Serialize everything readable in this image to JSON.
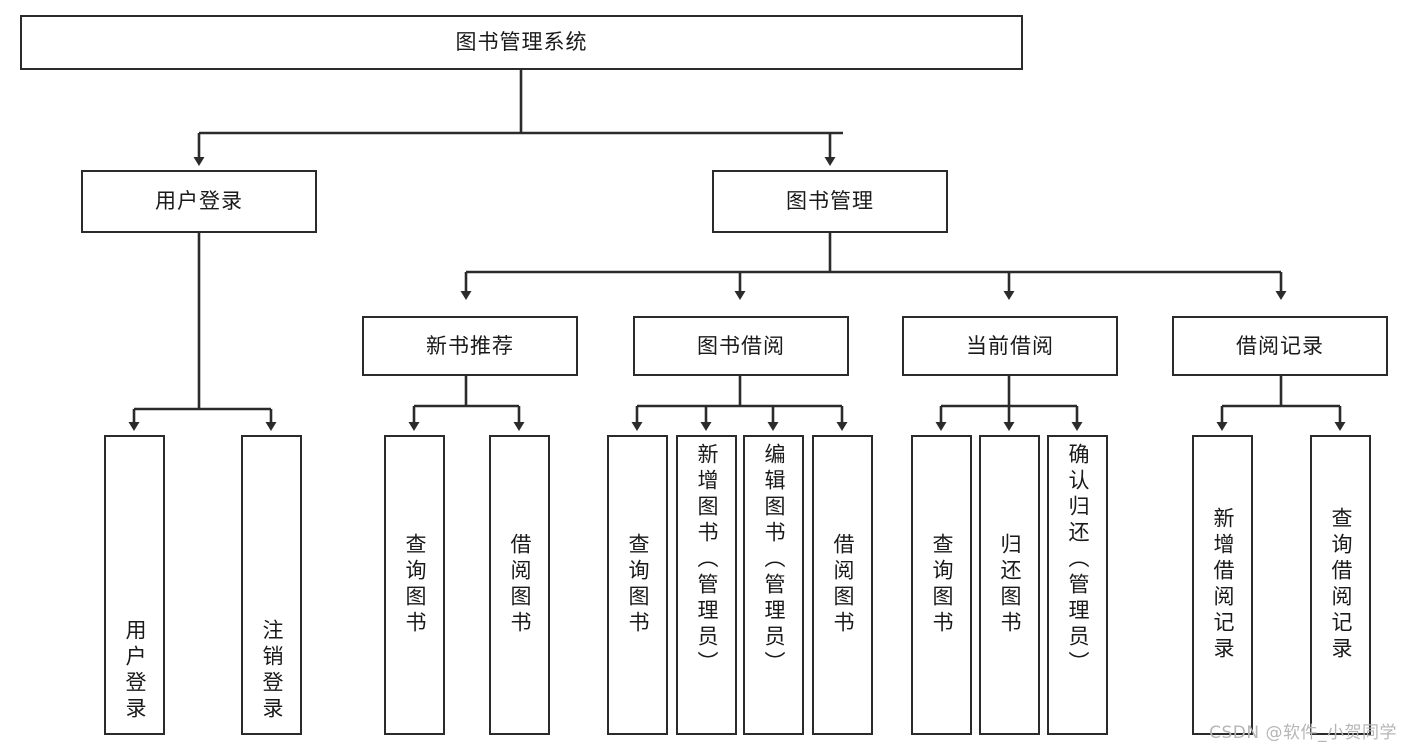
{
  "diagram": {
    "type": "tree-hierarchy",
    "title": "图书管理系统",
    "watermark": "CSDN @软件_小贺同学",
    "colors": {
      "stroke": "#2b2b2b",
      "fill": "#ffffff",
      "text": "#1a1a1a",
      "watermark": "#b6b6b6"
    },
    "root": {
      "id": "root",
      "label": "图书管理系统"
    },
    "level1": [
      {
        "id": "user-login",
        "label": "用户登录"
      },
      {
        "id": "book-manage",
        "label": "图书管理"
      }
    ],
    "level2": [
      {
        "id": "new-book-recommend",
        "label": "新书推荐",
        "parent": "book-manage"
      },
      {
        "id": "book-borrow",
        "label": "图书借阅",
        "parent": "book-manage"
      },
      {
        "id": "current-borrow",
        "label": "当前借阅",
        "parent": "book-manage"
      },
      {
        "id": "borrow-record",
        "label": "借阅记录",
        "parent": "book-manage"
      }
    ],
    "leaves": {
      "user_login": [
        {
          "id": "leaf-user-login",
          "label": "用户登录"
        },
        {
          "id": "leaf-logout-login",
          "label": "注销登录"
        }
      ],
      "new_book_recommend": [
        {
          "id": "leaf-query-book-1",
          "label": "查询图书"
        },
        {
          "id": "leaf-borrow-book-1",
          "label": "借阅图书"
        }
      ],
      "book_borrow": [
        {
          "id": "leaf-query-book-2",
          "label": "查询图书"
        },
        {
          "id": "leaf-add-book",
          "label": "新增图书（管理员）"
        },
        {
          "id": "leaf-edit-book",
          "label": "编辑图书（管理员）"
        },
        {
          "id": "leaf-borrow-book-2",
          "label": "借阅图书"
        }
      ],
      "current_borrow": [
        {
          "id": "leaf-query-book-3",
          "label": "查询图书"
        },
        {
          "id": "leaf-return-book",
          "label": "归还图书"
        },
        {
          "id": "leaf-confirm-return",
          "label": "确认归还（管理员）"
        }
      ],
      "borrow_record": [
        {
          "id": "leaf-add-record",
          "label": "新增借阅记录"
        },
        {
          "id": "leaf-query-record",
          "label": "查询借阅记录"
        }
      ]
    }
  }
}
